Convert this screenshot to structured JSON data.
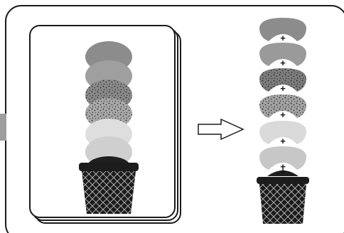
{
  "diagram": {
    "left_card_count": 3,
    "left_stack": [
      {
        "scoop": "dark-gray-scoop",
        "color": "#8c8c8c",
        "textured": false
      },
      {
        "scoop": "medium-gray-scoop",
        "color": "#9f9f9f",
        "textured": false
      },
      {
        "scoop": "speckled-dark-scoop",
        "color": "#8a8a8a",
        "textured": true
      },
      {
        "scoop": "speckled-light-scoop",
        "color": "#a9a9a9",
        "textured": true
      },
      {
        "scoop": "light-gray-scoop",
        "color": "#dedede",
        "textured": false
      },
      {
        "scoop": "pale-gray-scoop",
        "color": "#cfcfcf",
        "textured": false
      },
      {
        "scoop": "black-scoop",
        "color": "#1f1f1f",
        "textured": false
      }
    ],
    "right_stack": [
      {
        "scoop": "dark-gray-scoop",
        "color": "#8c8c8c",
        "textured": false
      },
      {
        "scoop": "medium-gray-scoop",
        "color": "#9a9a9a",
        "textured": false
      },
      {
        "scoop": "speckled-dark-scoop",
        "color": "#7d7d7d",
        "textured": true
      },
      {
        "scoop": "speckled-light-scoop",
        "color": "#a3a3a3",
        "textured": true
      },
      {
        "scoop": "light-gray-scoop",
        "color": "#dadada",
        "textured": false
      },
      {
        "scoop": "pale-gray-scoop",
        "color": "#c7c7c7",
        "textured": false
      }
    ],
    "separator_symbol": "+",
    "arrow_icon": "right-arrow-icon",
    "cone_icon": "waffle-cone-icon",
    "colors": {
      "outline": "#1a1a1a",
      "cone": "#1c1c1c",
      "cone_mesh": "#bdbdbd",
      "side_tab": "#9e9e9e",
      "speckle": "#222222"
    }
  }
}
